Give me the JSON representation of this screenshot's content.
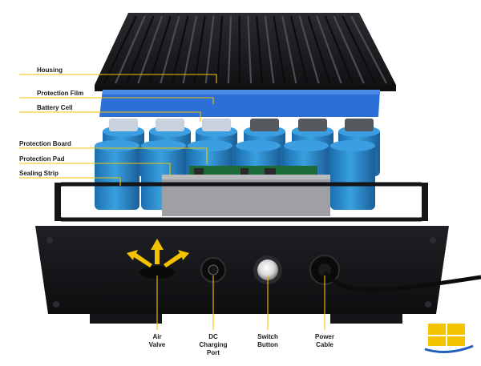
{
  "labels": {
    "housing": "Housing",
    "protection_film": "Protection Film",
    "battery_cell": "Battery Cell",
    "protection_board": "Protection Board",
    "protection_pad": "Protection Pad",
    "sealing_strip": "Sealing Strip"
  },
  "bottom_labels": {
    "air_valve": "Air\nValve",
    "dc_charging_port": "DC\nCharging\nPort",
    "switch_button": "Switch\nButton",
    "power_cable": "Power\nCable"
  },
  "colors": {
    "leader_line": "#f2c200",
    "housing_dark": "#1c1d20",
    "cell_blue": "#2f8fd0",
    "film_blue": "#2c6fd6",
    "logo_yellow": "#f4c400",
    "logo_blue": "#1f5fbf"
  },
  "icons": [
    "air-valve-arrows-icon",
    "dc-port-icon",
    "switch-button-icon",
    "power-cable-gland-icon",
    "brand-logo-icon"
  ]
}
